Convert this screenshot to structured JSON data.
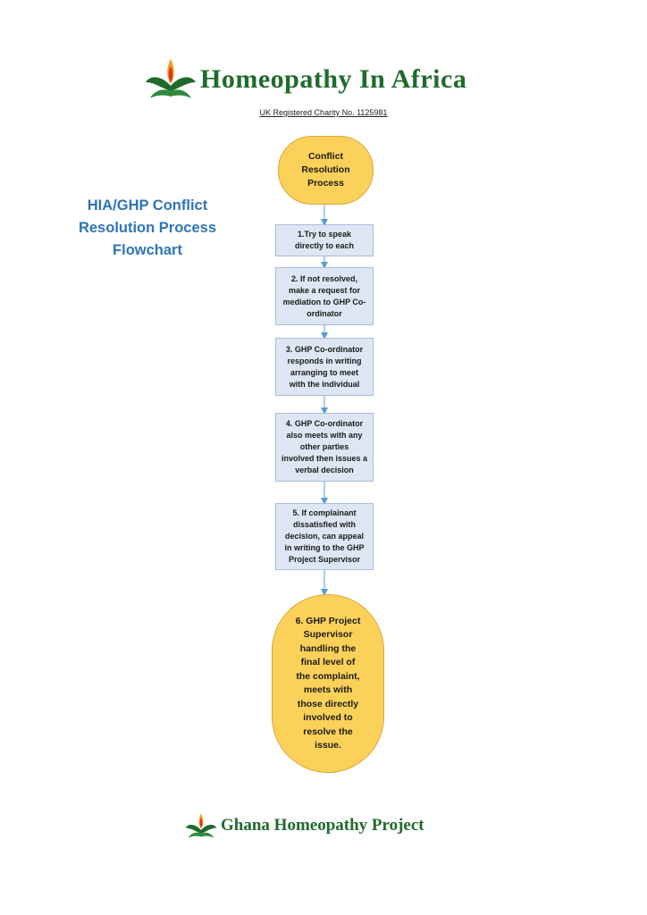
{
  "header": {
    "logo_text": "Homeopathy In Africa",
    "charity": "UK Registered Charity No. 1125981"
  },
  "title": {
    "lines": [
      "HIA/GHP Conflict",
      "Resolution Process",
      "Flowchart"
    ]
  },
  "flow": {
    "start": {
      "lines": [
        "Conflict",
        "Resolution",
        "Process"
      ]
    },
    "steps": [
      {
        "lines": [
          "1.Try to speak",
          "directly to each"
        ]
      },
      {
        "lines": [
          "2. If not resolved,",
          "make a request for",
          "mediation to GHP Co-",
          "ordinator"
        ]
      },
      {
        "lines": [
          "3. GHP Co-ordinator",
          "responds in writing",
          "arranging to meet",
          "with the individual"
        ]
      },
      {
        "lines": [
          "4. GHP Co-ordinator",
          "also meets with any",
          "other parties",
          "involved then issues a",
          "verbal decision"
        ]
      },
      {
        "lines": [
          "5. If complainant",
          "dissatisfied with",
          "decision, can appeal",
          "in writing to the GHP",
          "Project Supervisor"
        ]
      }
    ],
    "end": {
      "lines": [
        "6. GHP Project",
        "Supervisor",
        "handling the",
        "final level of",
        "the complaint,",
        "meets with",
        "those directly",
        "involved to",
        "resolve the",
        "issue."
      ]
    }
  },
  "footer": {
    "logo_text": "Ghana Homeopathy Project"
  },
  "colors": {
    "title_blue": "#2e75b6",
    "brand_green": "#1f6b2c",
    "terminal_fill": "#fcd15a",
    "step_fill": "#dde6f2",
    "arrow": "#5b9bd5"
  }
}
